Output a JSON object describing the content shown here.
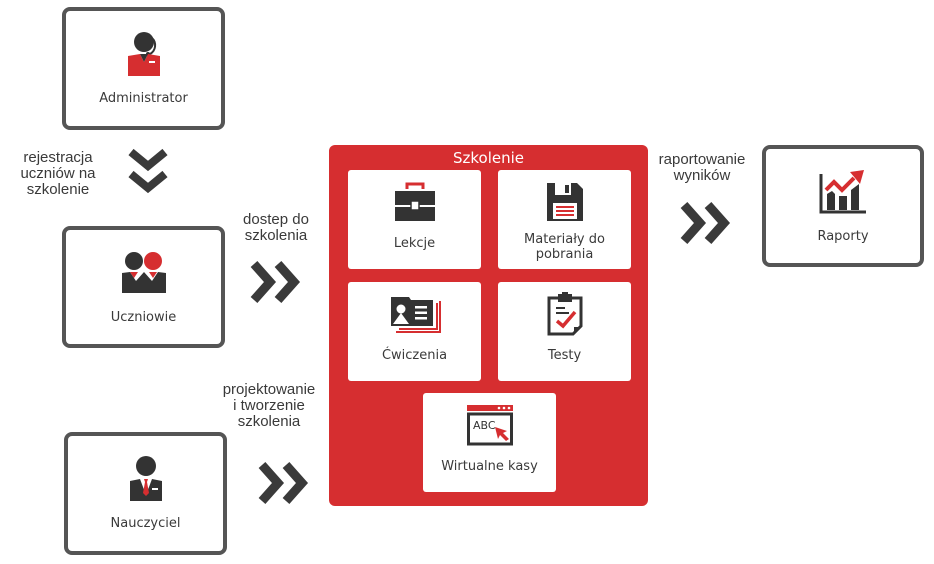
{
  "colors": {
    "accent": "#d62e30",
    "dark": "#3a3a3a",
    "border": "#555555"
  },
  "actors": {
    "administrator": {
      "label": "Administrator",
      "icon": "administrator-headset-icon"
    },
    "students": {
      "label": "Uczniowie",
      "icon": "students-group-icon"
    },
    "teacher": {
      "label": "Nauczyciel",
      "icon": "teacher-icon"
    },
    "reports": {
      "label": "Raporty",
      "icon": "growth-chart-icon"
    }
  },
  "flows": {
    "registration": {
      "line1": "rejestracja",
      "line2": "uczniów na",
      "line3": "szkolenie"
    },
    "access": {
      "line1": "dostep do",
      "line2": "szkolenia"
    },
    "design": {
      "line1": "projektowanie",
      "line2": "i tworzenie",
      "line3": "szkolenia"
    },
    "reporting": {
      "line1": "raportowanie",
      "line2": "wyników"
    }
  },
  "training": {
    "title": "Szkolenie",
    "modules": [
      {
        "line1": "Lekcje",
        "line2": "",
        "icon": "briefcase-icon"
      },
      {
        "line1": "Materiały do",
        "line2": "pobrania",
        "icon": "floppy-disk-icon"
      },
      {
        "line1": "Ćwiczenia",
        "line2": "",
        "icon": "id-cards-icon"
      },
      {
        "line1": "Testy",
        "line2": "",
        "icon": "clipboard-check-icon"
      },
      {
        "line1": "Wirtualne kasy",
        "line2": "",
        "icon": "browser-abc-cursor-icon"
      }
    ]
  }
}
